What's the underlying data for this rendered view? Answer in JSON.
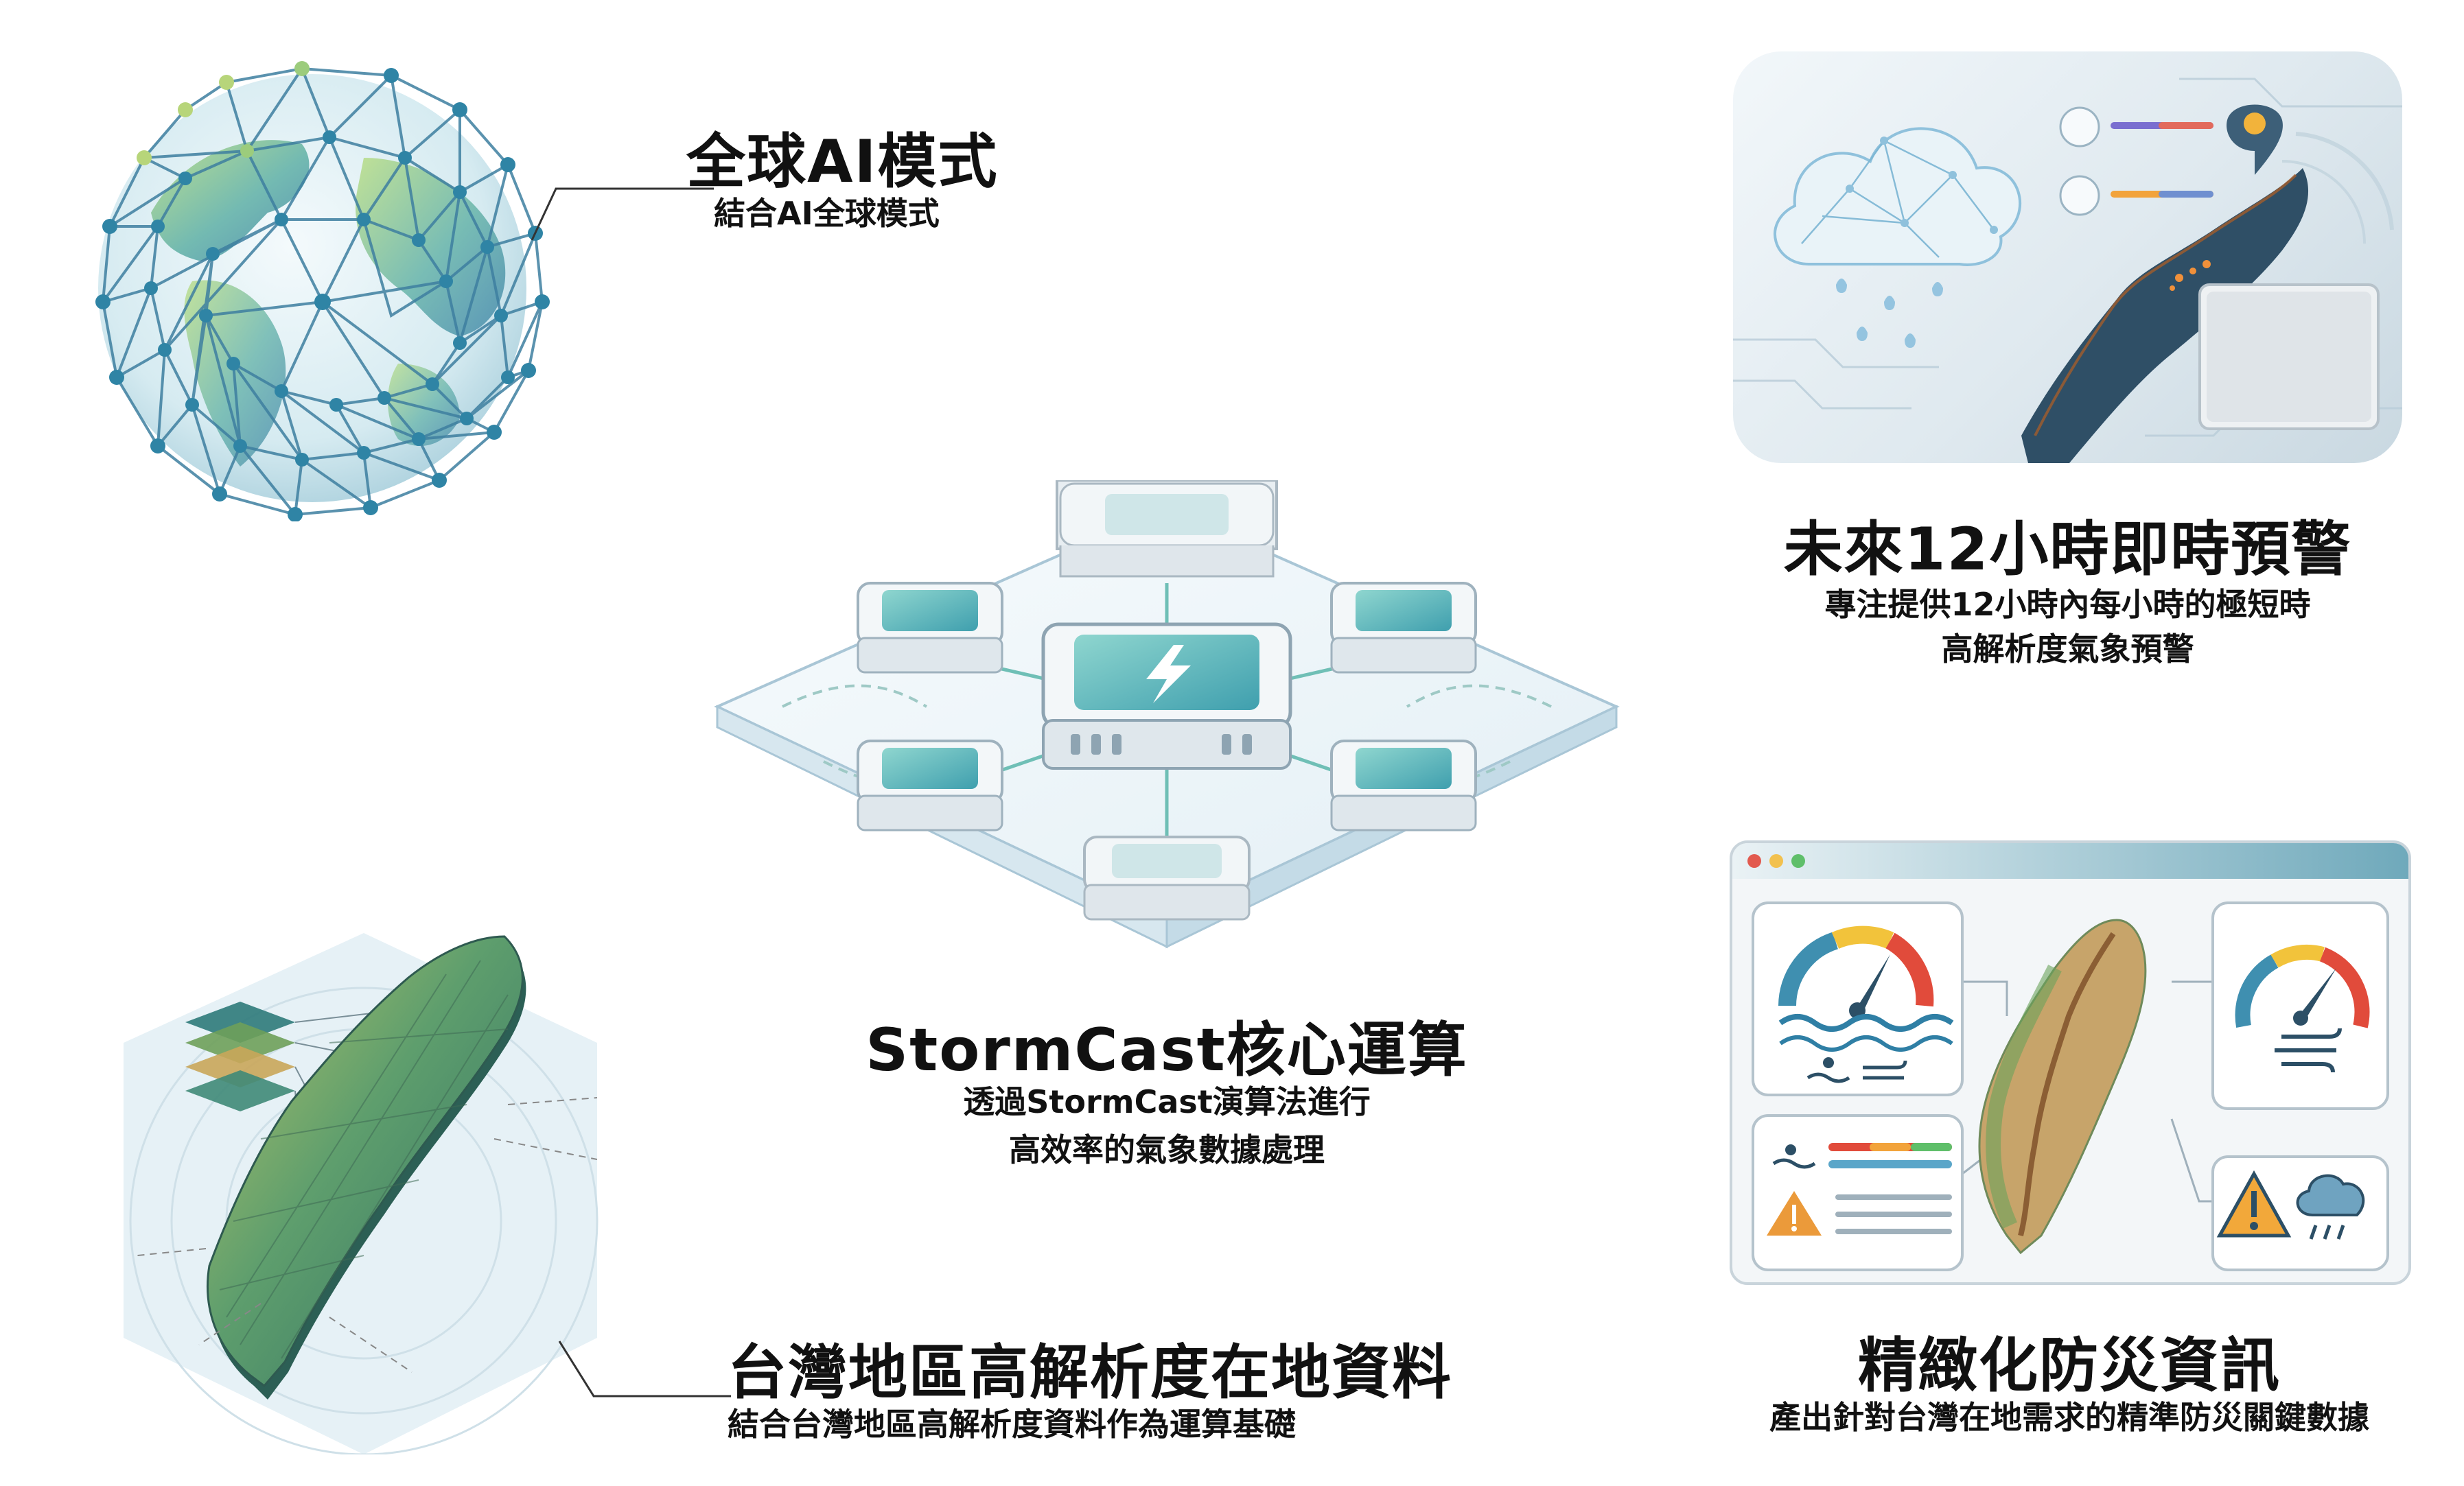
{
  "global_model": {
    "title": "全球AI模式",
    "subtitle": "結合AI全球模式"
  },
  "nowcast": {
    "title": "未來12小時即時預警",
    "subtitle_line1": "專注提供12小時內每小時的極短時",
    "subtitle_line2": "高解析度氣象預警"
  },
  "core": {
    "title": "StormCast核心運算",
    "subtitle_line1": "透過StormCast演算法進行",
    "subtitle_line2": "高效率的氣象數據處理"
  },
  "local_data": {
    "title": "台灣地區高解析度在地資料",
    "subtitle": "結合台灣地區高解析度資料作為運算基礎"
  },
  "disaster_info": {
    "title": "精緻化防災資訊",
    "subtitle": "產出針對台灣在地需求的精準防災關鍵數據"
  },
  "colors": {
    "text": "#111111",
    "teal": "#2e8f8c",
    "globe_blue": "#3f86a8",
    "globe_green": "#7cc07a",
    "panel_bg": "#eef3f7",
    "browser_bar": "#5a9fb3",
    "warning": "#e8a23a"
  }
}
